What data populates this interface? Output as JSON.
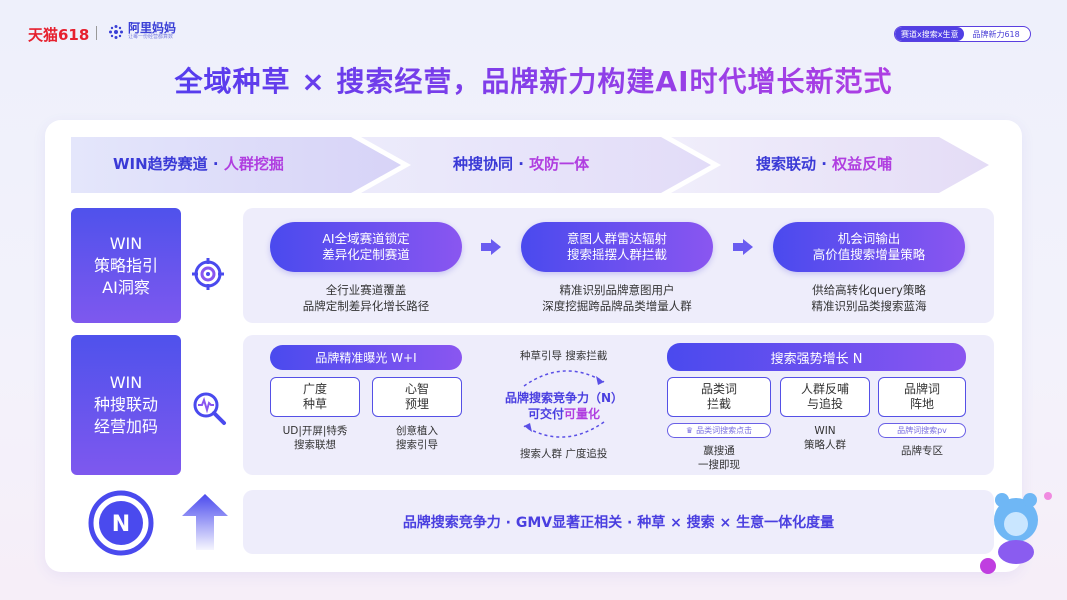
{
  "header": {
    "logo_tmall": "天猫618",
    "logo_alimama": "阿里妈妈",
    "logo_alimama_sub": "让每一份经营都算数",
    "tag_left": "赛道x搜索x生意",
    "tag_right": "品牌新力618"
  },
  "title": "全域种草 × 搜索经营，品牌新力构建AI时代增长新范式",
  "stages": [
    {
      "prefix": "WIN趋势赛道 · ",
      "highlight": "人群挖掘"
    },
    {
      "prefix": "种搜协同 · ",
      "highlight": "攻防一体"
    },
    {
      "prefix": "搜索联动 · ",
      "highlight": "权益反哺"
    }
  ],
  "row1": {
    "label_lines": [
      "WIN",
      "策略指引",
      "AI洞察"
    ],
    "icon": "target-icon",
    "steps": [
      {
        "pill": [
          "AI全域赛道锁定",
          "差异化定制赛道"
        ],
        "desc": [
          "全行业赛道覆盖",
          "品牌定制差异化增长路径"
        ]
      },
      {
        "pill": [
          "意图人群雷达辐射",
          "搜索摇摆人群拦截"
        ],
        "desc": [
          "精准识别品牌意图用户",
          "深度挖掘跨品牌品类增量人群"
        ]
      },
      {
        "pill": [
          "机会词输出",
          "高价值搜索增量策略"
        ],
        "desc": [
          "供给高转化query策略",
          "精准识别品类搜索蓝海"
        ]
      }
    ]
  },
  "row2": {
    "label_lines": [
      "WIN",
      "种搜联动",
      "经营加码"
    ],
    "icon": "search-pulse-icon",
    "left_header": "品牌精准曝光 W+I",
    "left_boxes": [
      {
        "lines": [
          "广度",
          "种草"
        ],
        "sub": [
          "UD|开屏|特秀",
          "搜索联想"
        ]
      },
      {
        "lines": [
          "心智",
          "预埋"
        ],
        "sub": [
          "创意植入",
          "搜索引导"
        ]
      }
    ],
    "center_top": "种草引导 搜索拦截",
    "center_main": "品牌搜索竞争力（N）",
    "center_main2_a": "可交付",
    "center_main2_b": "可量化",
    "center_bottom": "搜索人群 广度追投",
    "right_header": "搜索强势增长 N",
    "right_boxes": [
      {
        "lines": [
          "品类词",
          "拦截"
        ],
        "tag": "品类词搜索点击",
        "sub": [
          "赢搜通",
          "一搜即现"
        ]
      },
      {
        "lines": [
          "人群反哺",
          "与追投"
        ],
        "tag": "",
        "sub": [
          "WIN",
          "策略人群"
        ]
      },
      {
        "lines": [
          "品牌词",
          "阵地"
        ],
        "tag": "品牌词搜索pv",
        "sub": [
          "品牌专区"
        ]
      }
    ]
  },
  "row3": {
    "badge": "N",
    "text": "品牌搜索竞争力 · GMV显著正相关 · 种草 × 搜索 × 生意一体化度量"
  },
  "colors": {
    "primary": "#4a4aee",
    "accent": "#b03ee0",
    "panel": "#eeedfb"
  }
}
